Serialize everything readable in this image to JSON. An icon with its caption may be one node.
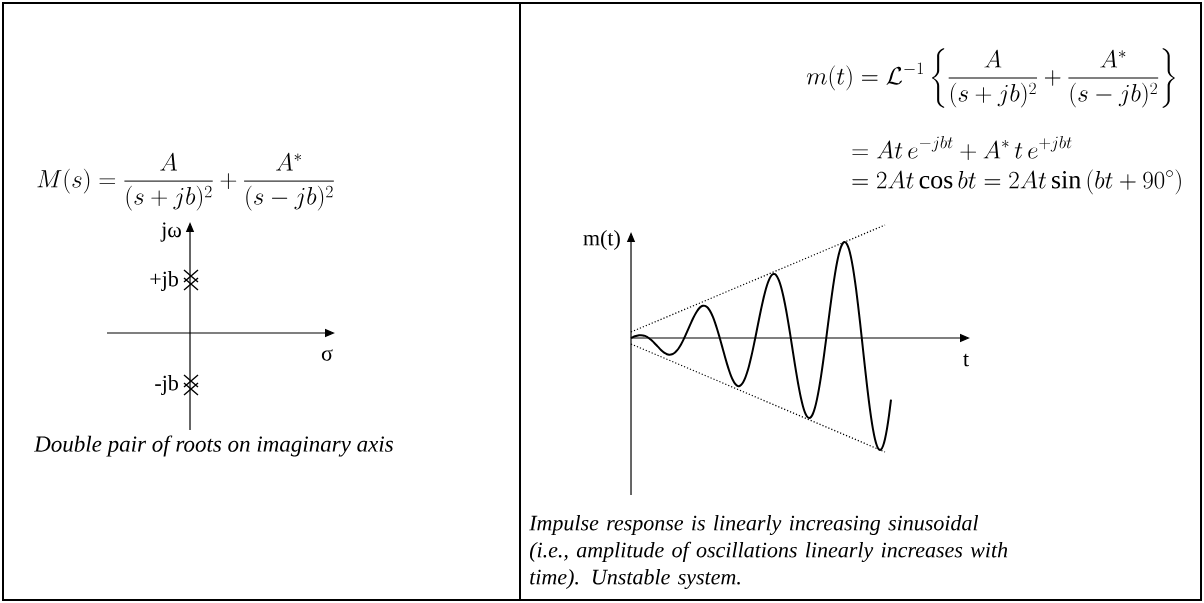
{
  "diagram": {
    "labels": [
      "M(s)=\\frac{A}{(s+jb)^2}+\\frac{A^{*}}{(s-jb)^2}",
      "jω",
      "+jb",
      "σ",
      "-jb",
      "Double pair of roots on imaginary axis",
      "m(t)=\\mathcal{L}^{-1}\\left\\{\\frac{A}{(s+jb)^2}+\\frac{A^{*}}{(s-jb)^2}\\right\\}",
      "=At\\,e^{-jbt}+A^{*}\\,t\\,e^{+jbt}",
      "=2At\\cos bt=2At\\sin\\,(bt+90^{\\circ})",
      "m(t)",
      "t",
      "Impulse response is linearly increasing sinusoidal (i.e., amplitude of oscillations linearly increases with time). Unstable system."
    ]
  }
}
